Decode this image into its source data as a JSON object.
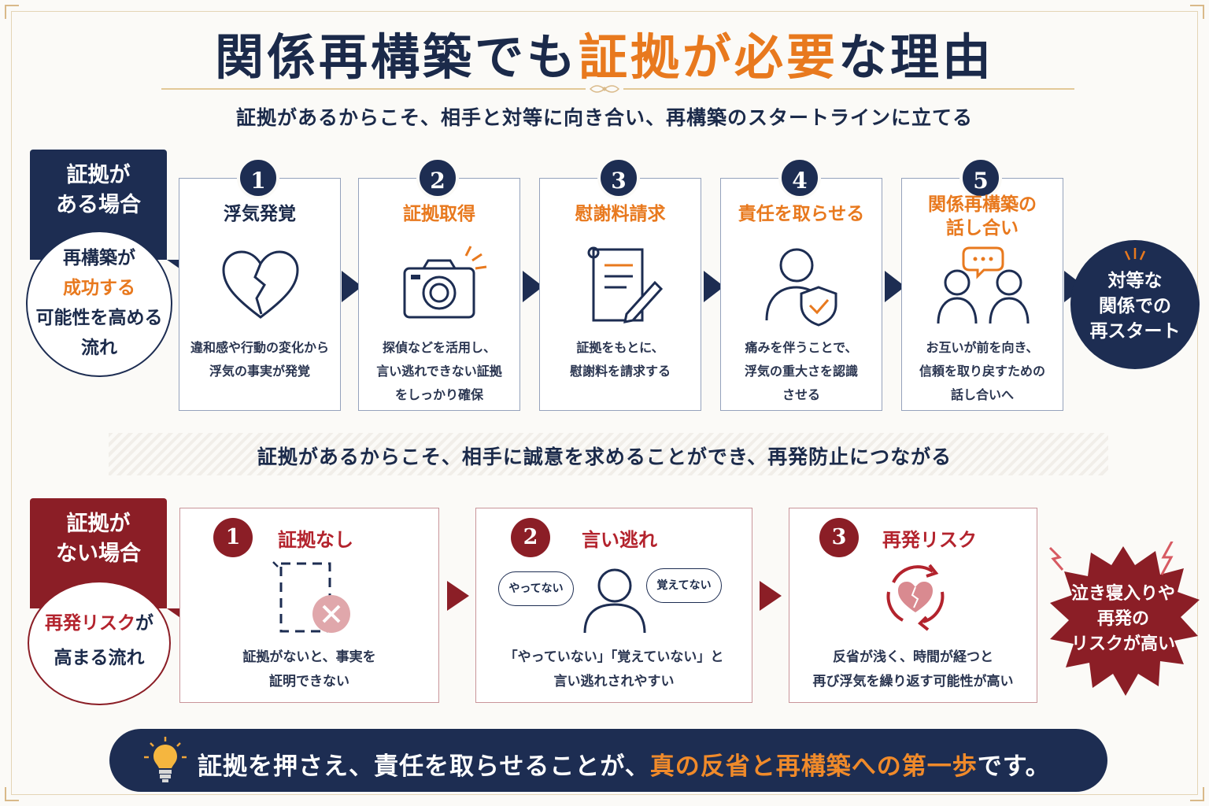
{
  "title": {
    "part1": "関係再構築でも",
    "highlight": "証拠が必要",
    "part2": "な理由"
  },
  "subtitle": "証拠があるからこそ、相手と対等に向き合い、再構築のスタートラインに立てる",
  "with_evidence": {
    "tag": [
      "証拠が",
      "ある場合"
    ],
    "circle": {
      "line1": "再構築が",
      "line2": "成功する",
      "line3": "可能性を高める",
      "line4": "流れ"
    },
    "steps": [
      {
        "num": "1",
        "title": "浮気発覚",
        "title_color": "#1b2a4a",
        "icon": "broken-heart-icon",
        "desc": [
          "違和感や行動の変化から",
          "浮気の事実が発覚"
        ]
      },
      {
        "num": "2",
        "title": "証拠取得",
        "title_color": "#e8791e",
        "icon": "camera-icon",
        "desc": [
          "探偵などを活用し、",
          "言い逃れできない証拠",
          "をしっかり確保"
        ]
      },
      {
        "num": "3",
        "title": "慰謝料請求",
        "title_color": "#e8791e",
        "icon": "document-pen-icon",
        "desc": [
          "証拠をもとに、",
          "慰謝料を請求する"
        ]
      },
      {
        "num": "4",
        "title": "責任を取らせる",
        "title_color": "#e8791e",
        "icon": "person-shield-icon",
        "desc": [
          "痛みを伴うことで、",
          "浮気の重大さを認識",
          "させる"
        ]
      },
      {
        "num": "5",
        "title": "関係再構築の",
        "title2": "話し合い",
        "title_color": "#e8791e",
        "icon": "two-people-talk-icon",
        "desc": [
          "お互いが前を向き、",
          "信頼を取り戻すための",
          "話し合いへ"
        ]
      }
    ],
    "result": [
      "対等な",
      "関係での",
      "再スタート"
    ]
  },
  "middle_text": "証拠があるからこそ、相手に誠意を求めることができ、再発防止につながる",
  "without_evidence": {
    "tag": [
      "証拠が",
      "ない場合"
    ],
    "circle": {
      "line1_red": "再発リスク",
      "line1_rest": "が",
      "line2": "高まる流れ"
    },
    "steps": [
      {
        "num": "1",
        "title": "証拠なし",
        "icon": "missing-document-icon",
        "desc": [
          "証拠がないと、事実を",
          "証明できない"
        ]
      },
      {
        "num": "2",
        "title": "言い逃れ",
        "icon": "person-excuses-icon",
        "bubbles": [
          "やってない",
          "覚えてない"
        ],
        "desc": [
          "「やっていない」「覚えていない」と",
          "言い逃れされやすい"
        ]
      },
      {
        "num": "3",
        "title": "再発リスク",
        "icon": "cycle-broken-heart-icon",
        "desc": [
          "反省が浅く、時間が経つと",
          "再び浮気を繰り返す可能性が高い"
        ]
      }
    ],
    "result": [
      "泣き寝入りや",
      "再発の",
      "リスクが高い"
    ]
  },
  "bottom": {
    "text": "証拠を押さえ、責任を取らせることが、",
    "highlight": "真の反省と再構築への第一歩",
    "end": "です。",
    "icon": "lightbulb-icon"
  },
  "colors": {
    "navy": "#1d2d52",
    "orange": "#e8791e",
    "red": "#8b1e26",
    "gold": "#d9b989"
  }
}
